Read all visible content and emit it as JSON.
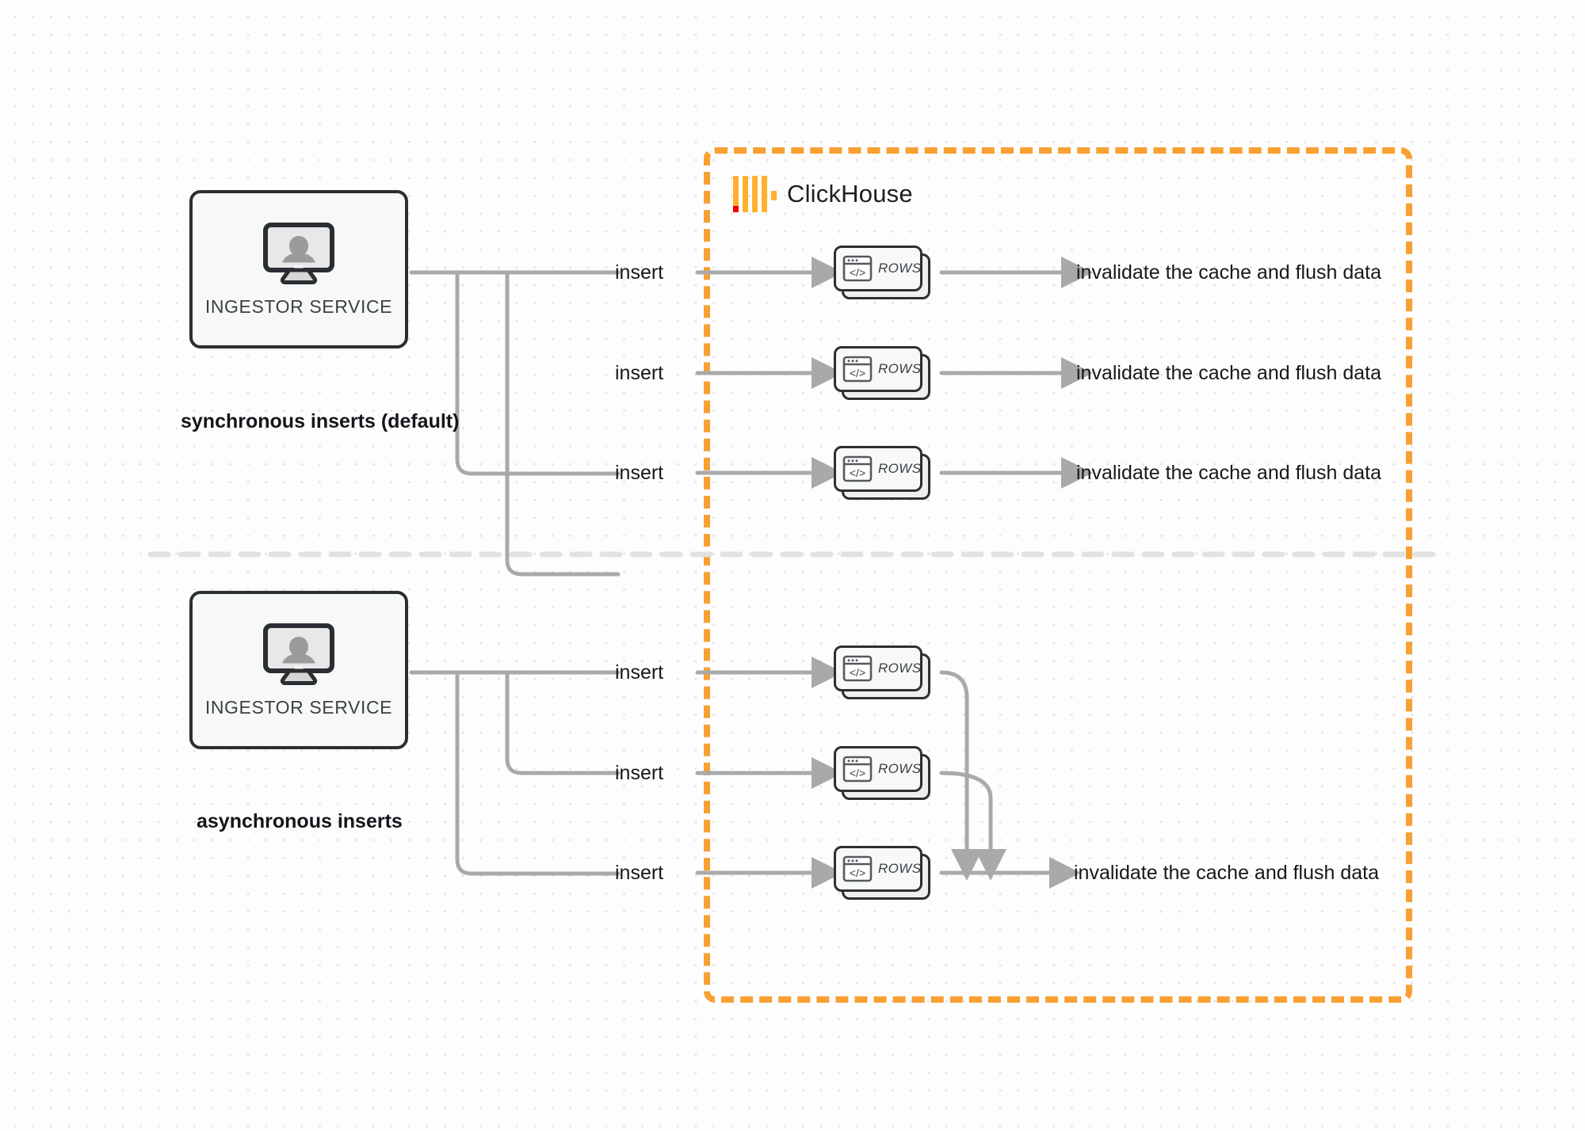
{
  "diagram": {
    "title": "ClickHouse synchronous vs asynchronous inserts",
    "background_color": "#fdfdfd",
    "accent_color": "#f8a033",
    "line_color": "#a9a9a9"
  },
  "boundary": {
    "name": "ClickHouse",
    "label": "ClickHouse",
    "border_color": "#f8a033",
    "border_style": "dashed"
  },
  "sections": [
    {
      "id": "sync",
      "caption": "synchronous inserts (default)",
      "service": {
        "label": "INGESTOR SERVICE",
        "icon": "monitor-user-icon"
      },
      "edges": [
        {
          "label": "insert"
        },
        {
          "label": "insert"
        },
        {
          "label": "insert"
        }
      ],
      "rows": [
        {
          "label": "ROWS",
          "icon": "code-window-icon"
        },
        {
          "label": "ROWS",
          "icon": "code-window-icon"
        },
        {
          "label": "ROWS",
          "icon": "code-window-icon"
        }
      ],
      "outputs": [
        {
          "label": "invalidate the cache and flush data"
        },
        {
          "label": "invalidate the cache and flush data"
        },
        {
          "label": "invalidate the cache and flush data"
        }
      ]
    },
    {
      "id": "async",
      "caption": "asynchronous inserts",
      "service": {
        "label": "INGESTOR SERVICE",
        "icon": "monitor-user-icon"
      },
      "edges": [
        {
          "label": "insert"
        },
        {
          "label": "insert"
        },
        {
          "label": "insert"
        }
      ],
      "rows": [
        {
          "label": "ROWS",
          "icon": "code-window-icon"
        },
        {
          "label": "ROWS",
          "icon": "code-window-icon"
        },
        {
          "label": "ROWS",
          "icon": "code-window-icon"
        }
      ],
      "outputs": [
        {
          "label": "invalidate the cache and flush data"
        }
      ]
    }
  ]
}
